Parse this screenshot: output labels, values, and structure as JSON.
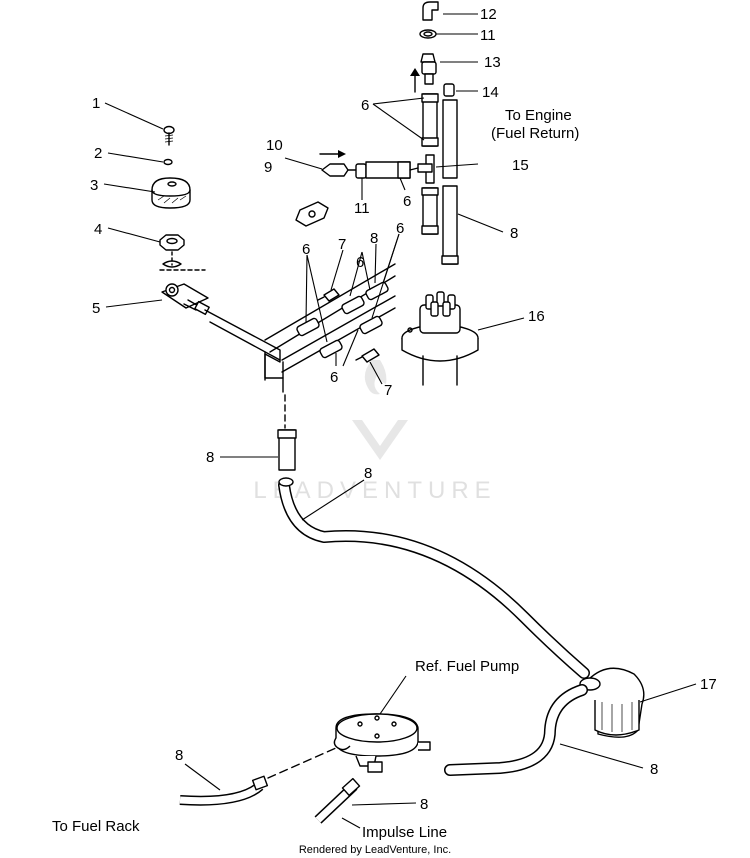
{
  "callouts": [
    {
      "id": "c1",
      "text": "1"
    },
    {
      "id": "c2",
      "text": "2"
    },
    {
      "id": "c3",
      "text": "3"
    },
    {
      "id": "c4",
      "text": "4"
    },
    {
      "id": "c5",
      "text": "5"
    },
    {
      "id": "c6a",
      "text": "6"
    },
    {
      "id": "c6b",
      "text": "6"
    },
    {
      "id": "c6c",
      "text": "6"
    },
    {
      "id": "c6d",
      "text": "6"
    },
    {
      "id": "c6e",
      "text": "6"
    },
    {
      "id": "c6f",
      "text": "6"
    },
    {
      "id": "c7a",
      "text": "7"
    },
    {
      "id": "c7b",
      "text": "7"
    },
    {
      "id": "c8a",
      "text": "8"
    },
    {
      "id": "c8b",
      "text": "8"
    },
    {
      "id": "c8c",
      "text": "8"
    },
    {
      "id": "c8d",
      "text": "8"
    },
    {
      "id": "c8e",
      "text": "8"
    },
    {
      "id": "c8f",
      "text": "8"
    },
    {
      "id": "c8g",
      "text": "8"
    },
    {
      "id": "c9",
      "text": "9"
    },
    {
      "id": "c10",
      "text": "10"
    },
    {
      "id": "c11a",
      "text": "11"
    },
    {
      "id": "c11b",
      "text": "11"
    },
    {
      "id": "c12",
      "text": "12"
    },
    {
      "id": "c13",
      "text": "13"
    },
    {
      "id": "c14",
      "text": "14"
    },
    {
      "id": "c15",
      "text": "15"
    },
    {
      "id": "c16",
      "text": "16"
    },
    {
      "id": "c17",
      "text": "17"
    }
  ],
  "labels": {
    "to_engine_line1": "To Engine",
    "to_engine_line2": "(Fuel Return)",
    "ref_fuel_pump": "Ref. Fuel Pump",
    "to_fuel_rack": "To Fuel Rack",
    "impulse_line": "Impulse Line"
  },
  "watermark": "LEADVENTURE",
  "credit": "Rendered by LeadVenture, Inc."
}
